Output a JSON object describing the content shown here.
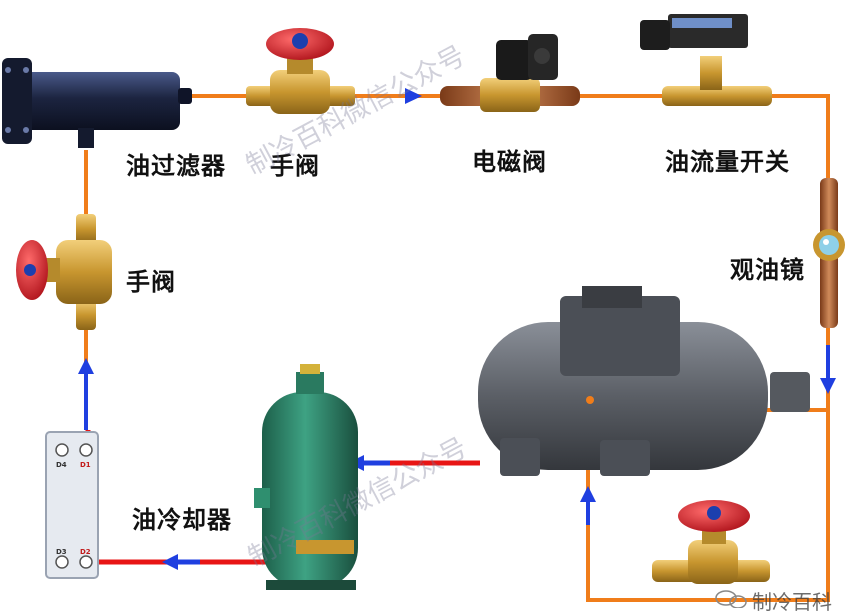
{
  "labels": {
    "oil_filter": "油过滤器",
    "hand_valve_top": "手阀",
    "solenoid_valve": "电磁阀",
    "oil_flow_switch": "油流量开关",
    "sight_glass": "观油镜",
    "hand_valve_left": "手阀",
    "oil_cooler": "油冷却器"
  },
  "plate_ports": {
    "d1": "D1",
    "d2": "D2",
    "d3": "D3",
    "d4": "D4"
  },
  "watermarks": {
    "top": "制冷百科微信公众号",
    "middle": "制冷百科微信公众号",
    "bottom_right": "制冷百科"
  },
  "colors": {
    "pipe_oil": "#f07d1a",
    "flow_arrow": "#1f3fe0",
    "hot_line": "#e81515",
    "cooler_body": "#2f8f6f",
    "compressor_body": "#5b5f66",
    "valve_handle": "#d8212a",
    "brass": "#c8962f"
  }
}
